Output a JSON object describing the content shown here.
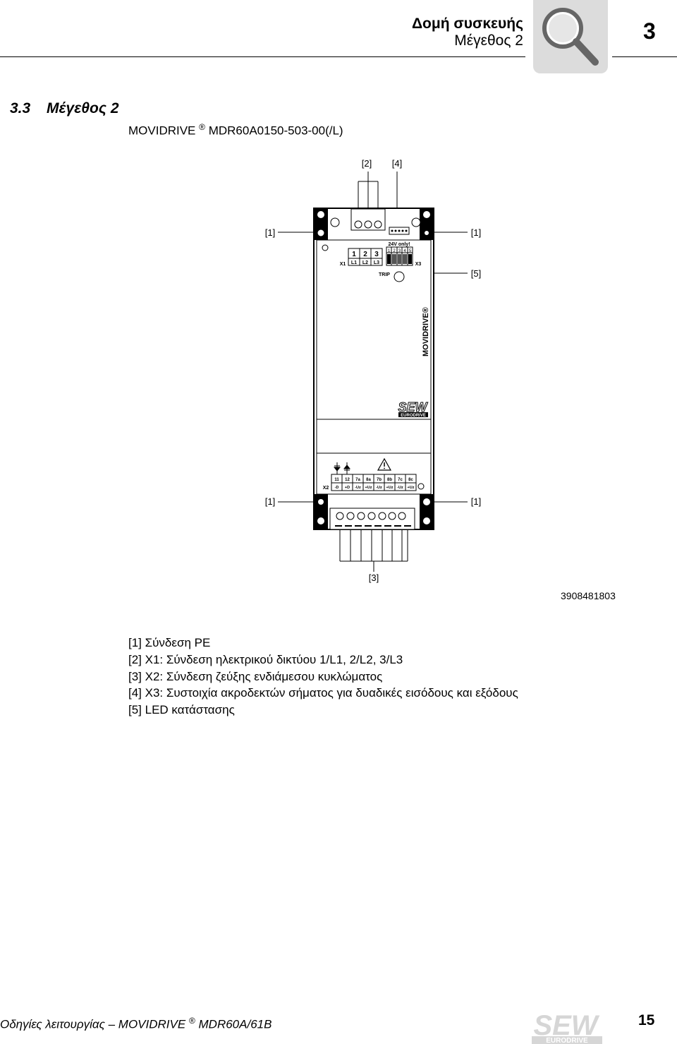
{
  "header": {
    "title": "Δομή συσκευής",
    "subtitle": "Μέγεθος 2",
    "chapter": "3"
  },
  "section": {
    "number": "3.3",
    "title": "Μέγεθος 2",
    "model_prefix": "MOVIDRIVE",
    "model_reg": "®",
    "model_suffix": "MDR60A0150-503-00(/L)"
  },
  "figure": {
    "callouts": {
      "c2": "[2]",
      "c4": "[4]",
      "c1": "[1]",
      "c5": "[5]",
      "c3": "[3]"
    },
    "device": {
      "voltage_note": "24V only!",
      "x1_label": "X1",
      "x1_numbers": [
        "1",
        "2",
        "3"
      ],
      "x1_phases": [
        "L1",
        "L2",
        "L3"
      ],
      "x3_label": "X3",
      "x3_numbers": [
        "1",
        "2",
        "3",
        "4",
        "5"
      ],
      "trip_label": "TRIP",
      "brand_vertical": "MOVIDRIVE®",
      "logo_text": "SEW",
      "logo_subtext": "EURODRIVE",
      "x2_label": "X2",
      "x2_numbers": [
        "11",
        "12",
        "7a",
        "8a",
        "7b",
        "8b",
        "7c",
        "8c"
      ],
      "x2_signals": [
        "-D",
        "+D",
        "-Uz",
        "+Uz",
        "-Uz",
        "+Uz",
        "-Uz",
        "+Uz"
      ]
    },
    "id": "3908481803"
  },
  "legend": [
    "[1] Σύνδεση PE",
    "[2] X1: Σύνδεση ηλεκτρικού δικτύου 1/L1, 2/L2, 3/L3",
    "[3] X2: Σύνδεση ζεύξης ενδιάμεσου κυκλώματος",
    "[4] X3: Συστοιχία ακροδεκτών σήματος για δυαδικές εισόδους και εξόδους",
    "[5] LED κατάστασης"
  ],
  "footer": {
    "text_prefix": "Οδηγίες λειτουργίας – MOVIDRIVE",
    "reg": "®",
    "text_suffix": "MDR60A/61B",
    "page": "15",
    "logo_text": "SEW",
    "logo_subtext": "EURODRIVE"
  }
}
